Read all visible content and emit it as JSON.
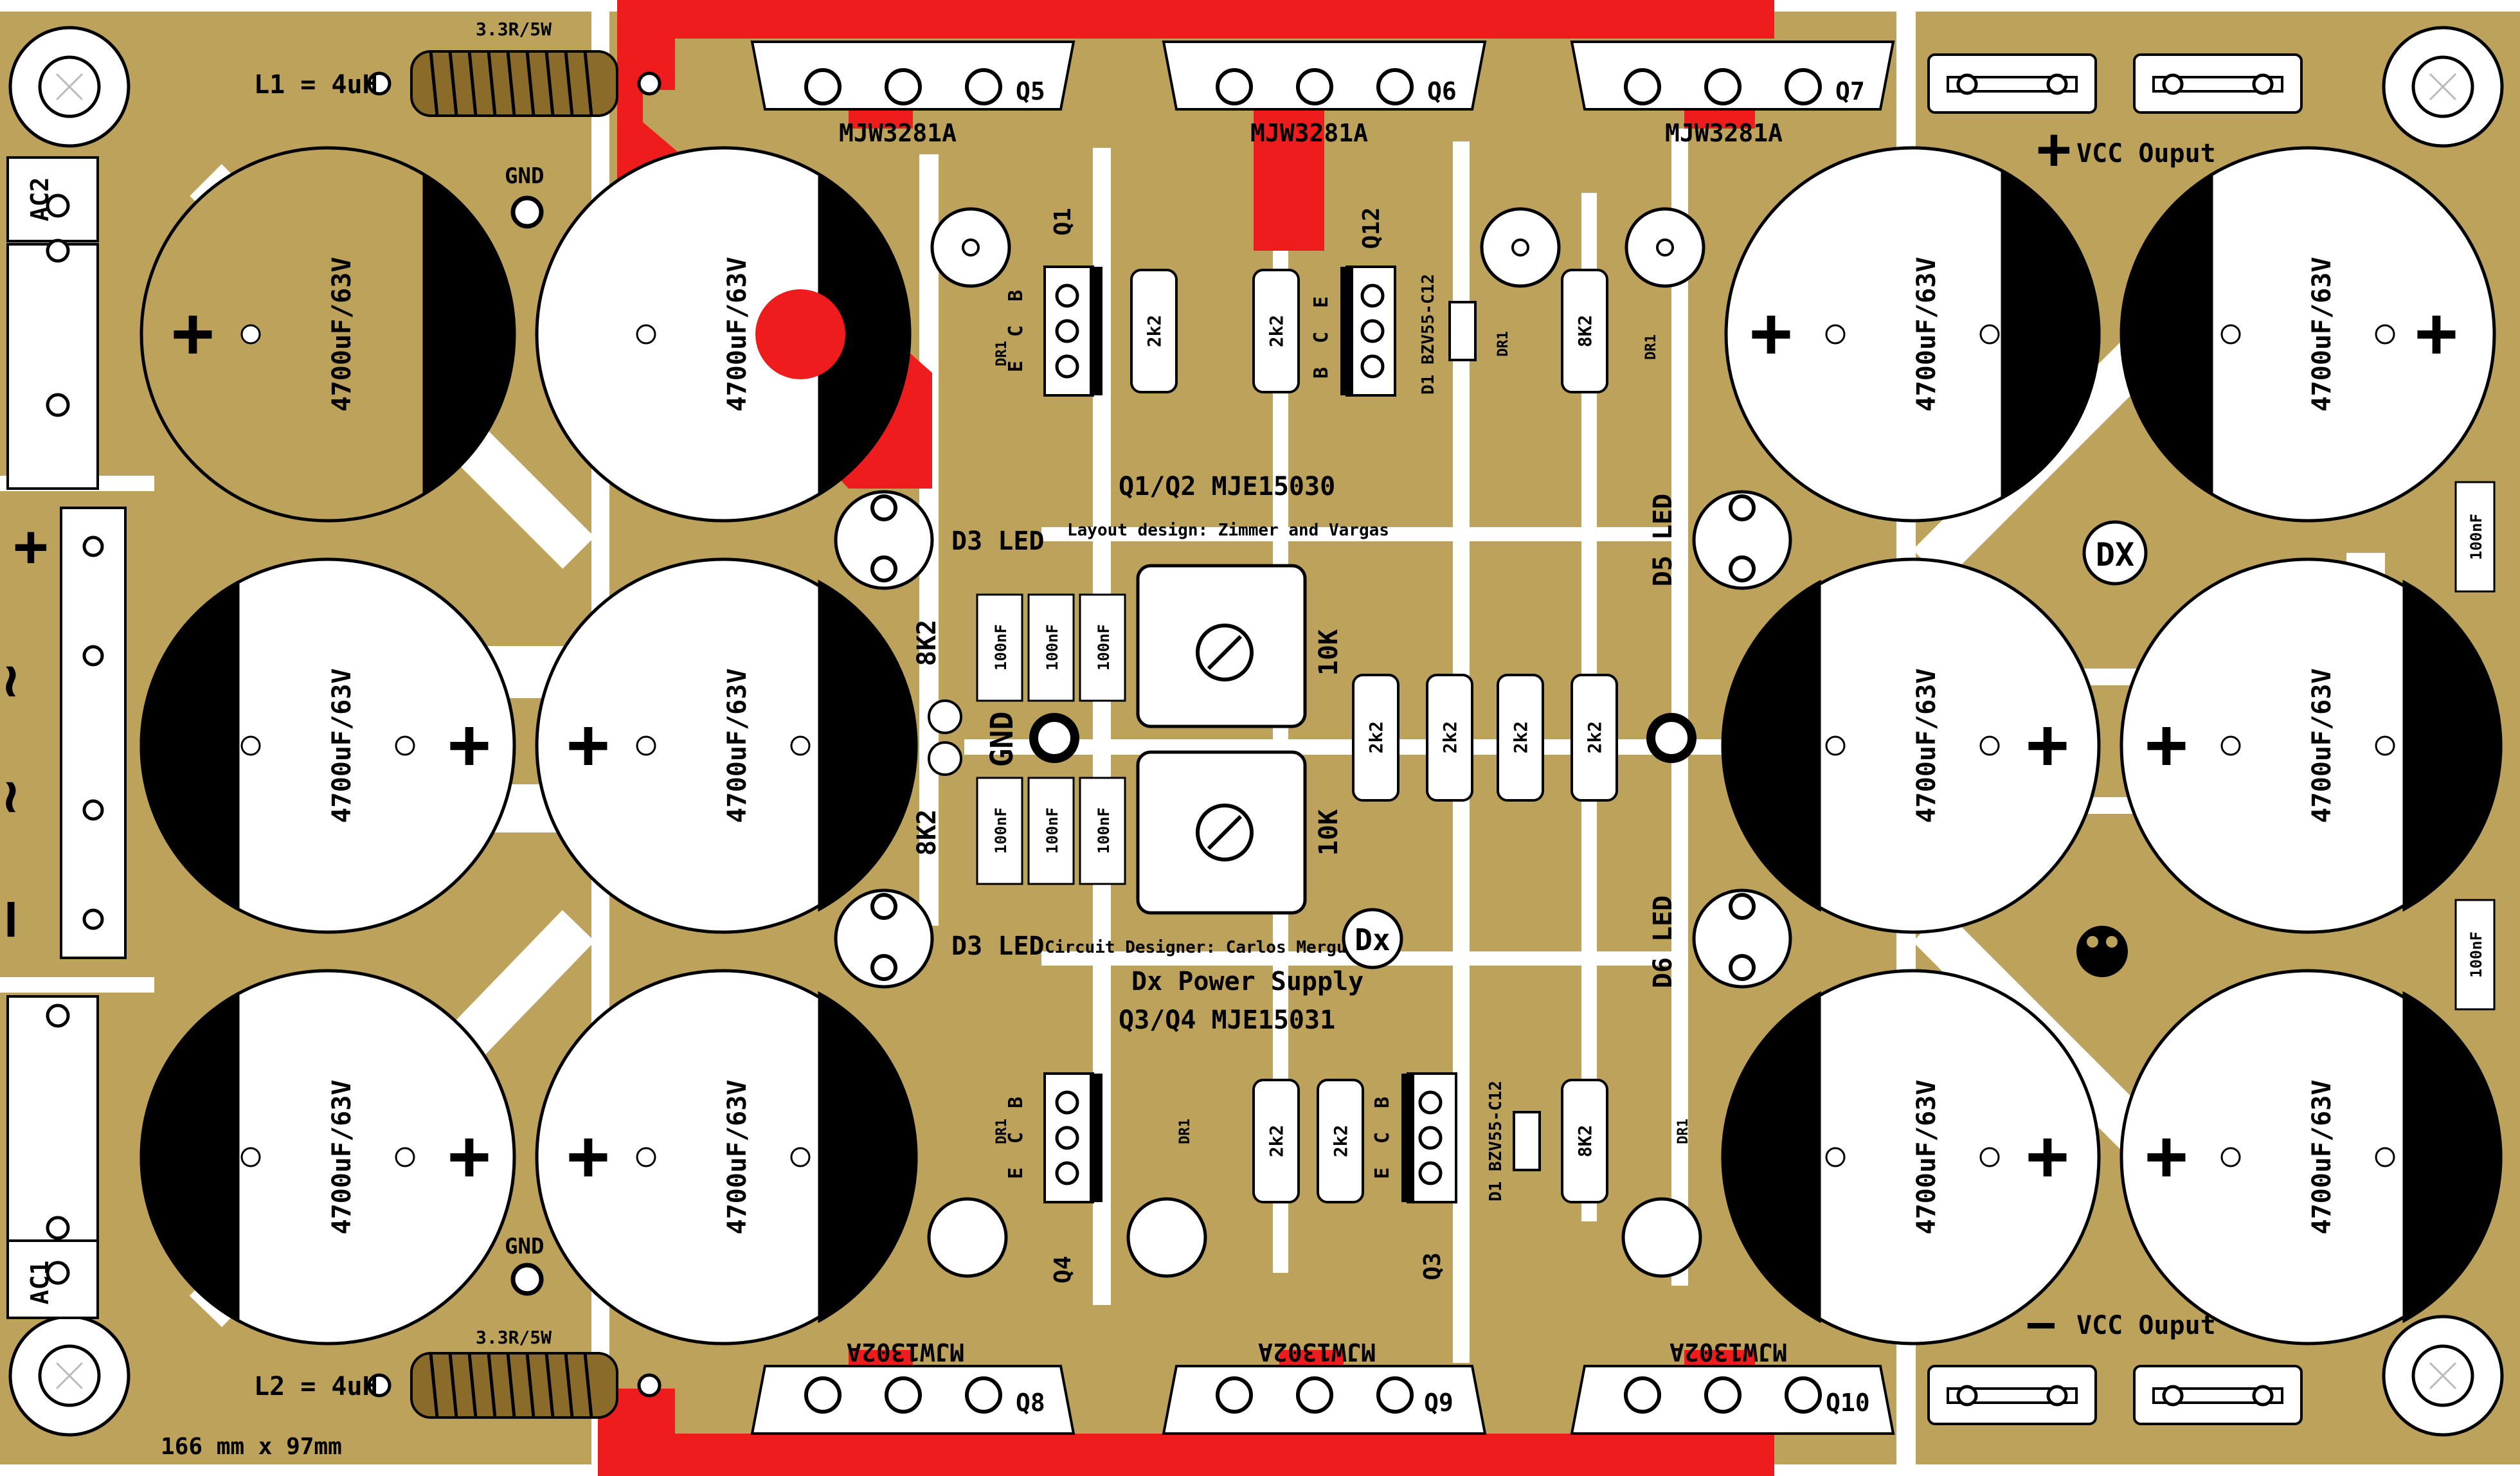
{
  "colors": {
    "copper": "#bca25b",
    "top_copper": "#ee1c1c",
    "background": "#ffffff",
    "ink": "#000000"
  },
  "transistors_top": [
    {
      "ref": "Q5",
      "part": "MJW3281A"
    },
    {
      "ref": "Q6",
      "part": "MJW3281A"
    },
    {
      "ref": "Q7",
      "part": "MJW3281A"
    }
  ],
  "transistors_bottom": [
    {
      "ref": "Q8",
      "part": "MJW1302A"
    },
    {
      "ref": "Q9",
      "part": "MJW1302A"
    },
    {
      "ref": "Q10",
      "part": "MJW1302A"
    }
  ],
  "capacitors": {
    "label": "4700uF/63V",
    "polarity_plus": "+"
  },
  "inductors": {
    "top": {
      "label": "L1 = 4uH",
      "resistor": "3.3R/5W"
    },
    "bottom": {
      "label": "L2 = 4uH",
      "resistor": "3.3R/5W"
    }
  },
  "connectors": {
    "ac1": "AC1",
    "ac2": "AC2",
    "gnd": "GND",
    "plus": "+",
    "minus": "–",
    "tilde": "~"
  },
  "outputs": {
    "vcc_plus": "VCC Ouput",
    "vcc_minus": "VCC Ouput",
    "plus_sign": "+",
    "minus_sign": "—"
  },
  "drivers": {
    "q1": "Q1",
    "q2": "Q12",
    "q3": "Q3",
    "q4": "Q4",
    "bce_b": "B",
    "bce_c": "C",
    "bce_e": "E",
    "q1q2_label": "Q1/Q2 MJE15030",
    "q3q4_label": "Q3/Q4 MJE15031"
  },
  "small_parts": {
    "resistor_2k2": "2k2",
    "resistor_8k2": "8K2",
    "resistor_8K2": "8K2",
    "pot": "10K",
    "cap_100nf": "100nF",
    "cap_100nF": "100nF",
    "zener": "D1 BZV55-C12",
    "dr1": "DR1",
    "d3_led": "D3 LED",
    "d5_led": "D5 LED",
    "d6_led": "D6 LED",
    "gnd_center": "GND"
  },
  "credits": {
    "layout": "Layout design: Zimmer and Vargas",
    "circuit": "Circuit Designer: Carlos Mergulhão",
    "title": "Dx Power Supply",
    "size": "166 mm x 97mm",
    "logo_dx": "Dx",
    "logo_DX": "DX"
  }
}
